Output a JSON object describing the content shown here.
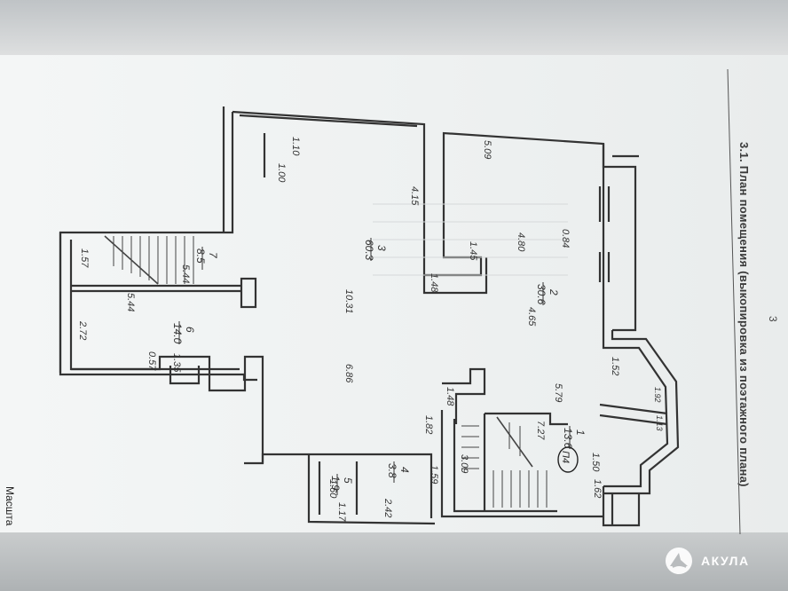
{
  "document": {
    "page_number": "3",
    "plan_title": "3.1. План помещения (выкопировка из поэтажного плана)",
    "scale_label": "Масшта"
  },
  "rooms": [
    {
      "label": "1",
      "area": "13.6"
    },
    {
      "label": "2",
      "area": "30.6"
    },
    {
      "label": "3",
      "area": "60.3"
    },
    {
      "label": "4",
      "area": "3.8"
    },
    {
      "label": "5",
      "area": "1.9"
    },
    {
      "label": "6",
      "area": "14.0"
    },
    {
      "label": "7",
      "area": "8.5"
    }
  ],
  "dimensions": [
    "5.09",
    "0.84",
    "4.80",
    "1.45",
    "1.48",
    "4.65",
    "4.15",
    "1.10",
    "1.00",
    "10.31",
    "6.86",
    "1.52",
    "5.79",
    "1.48",
    "1.82",
    "1.59",
    "2.42",
    "1.60",
    "1.17",
    "3.09",
    "7.27",
    "1.50",
    "1.62",
    "1.57",
    "5.44",
    "5.44",
    "2.72",
    "0.57",
    "1.35",
    "1.92",
    "1.13"
  ],
  "stamp": "П4",
  "watermark": {
    "brand": "АКУЛА"
  },
  "colors": {
    "ink": "#3a3a3a",
    "paper": "#f1f3f3",
    "watermark": "#ffffff"
  }
}
